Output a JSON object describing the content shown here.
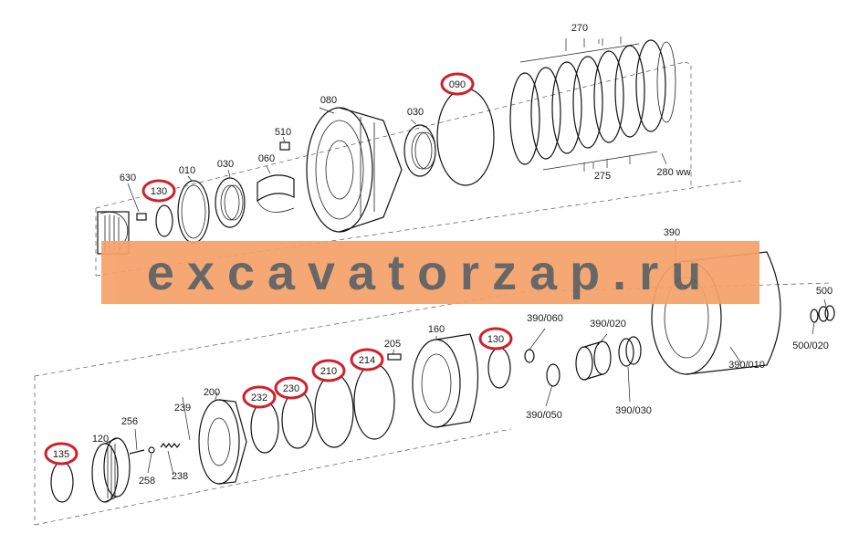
{
  "watermark": "excavatorzap.ru",
  "labels": {
    "p270": "270",
    "p275": "275",
    "p280": "280 ww",
    "p090": "090",
    "p080": "080",
    "p030a": "030",
    "p030b": "030",
    "p510": "510",
    "p060": "060",
    "p010": "010",
    "p630": "630",
    "p130a": "130",
    "p390": "390",
    "p500": "500",
    "p500_020": "500/020",
    "p390_060": "390/060",
    "p390_020": "390/020",
    "p390_010": "390/010",
    "p390_050": "390/050",
    "p390_030": "390/030",
    "p160": "160",
    "p130b": "130",
    "p205": "205",
    "p214": "214",
    "p210": "210",
    "p230": "230",
    "p232": "232",
    "p200": "200",
    "p239": "239",
    "p256": "256",
    "p120": "120",
    "p258": "258",
    "p238": "238",
    "p135": "135"
  },
  "highlight_color": "#d0202a",
  "banner_color": "#f5a26a"
}
